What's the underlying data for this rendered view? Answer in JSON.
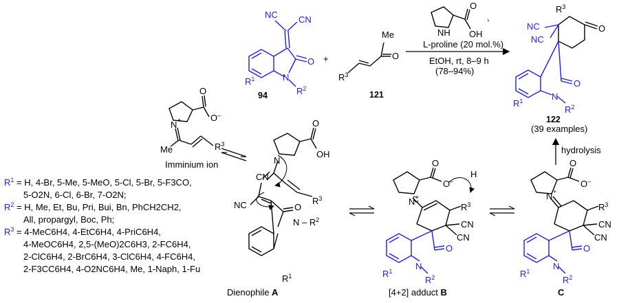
{
  "labels": {
    "cmpd94": "94",
    "cmpd121": "121",
    "cmpd122": "122",
    "examples": "(39 examples)",
    "plus": "+",
    "comma": ",",
    "catalyst": "L-proline (20 mol.%)",
    "conditions": "EtOH, rt, 8–9 h",
    "yield": "(78–94%)",
    "hydrolysis": "hydrolysis",
    "imminium": "Imminium ion",
    "dienophile_text": "Dienophile ",
    "dienophile_letter": "A",
    "adduct_text": "[4+2] adduct ",
    "adduct_letter": "B",
    "label_c": "C"
  },
  "atoms": {
    "NC": "NC",
    "CN": "CN",
    "O": "O",
    "Me": "Me",
    "N": "N",
    "H": "H",
    "OH": "OH",
    "Ominus": "O",
    "R": "R",
    "one": "1",
    "two": "2",
    "three": "3",
    "minus": "–",
    "plus": "+"
  },
  "substituents": {
    "r1_lines": [
      "= H, 4-Br, 5-Me, 5-MeO, 5-Cl, 5-Br, 5-F3CO,",
      "5-O2N, 6-Cl, 6-Br, 7-O2N;"
    ],
    "r2_lines": [
      "= H, Me, Et, Bu, Pri, Bui, Bn, PhCH2CH2,",
      "All, propargyl, Boc, Ph;"
    ],
    "r3_lines": [
      "= 4-MeC6H4, 4-EtC6H4, 4-PriC6H4,",
      "4-MeOC6H4, 2,5-(MeO)2C6H3, 2-FC6H4,",
      "2-ClC6H4, 2-BrC6H4, 3-ClC6H4, 4-FC6H4,",
      "2-F3CC6H4, 4-O2NC6H4, Me, 1-Naph, 1-Fu"
    ]
  },
  "colors": {
    "highlight": "#1a1aff",
    "ink": "#000000"
  }
}
